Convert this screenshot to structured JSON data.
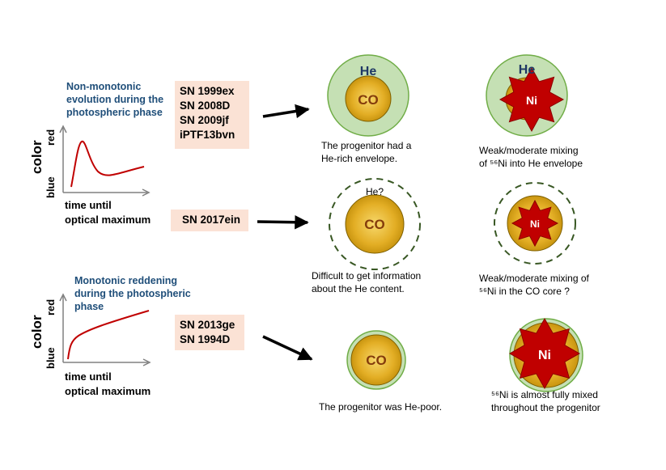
{
  "rows": [
    {
      "description": "Non-monotonic\nevolution during the\nphotospheric phase",
      "supernovae": "SN 1999ex\nSN 2008D\nSN 2009jf\niPTF13bvn",
      "caption_left": "The progenitor had a\nHe-rich envelope.",
      "caption_right": "Weak/moderate mixing\nof ⁵⁶Ni into He envelope"
    },
    {
      "supernovae": "SN 2017ein",
      "caption_left": "Difficult to get information\nabout the He content.",
      "caption_right": "Weak/moderate mixing of\n⁵⁶Ni in the CO core ?"
    },
    {
      "description": "Monotonic reddening\nduring the photospheric\nphase",
      "supernovae": "SN 2013ge\nSN 1994D",
      "caption_left": "The progenitor was He-poor.",
      "caption_right": "⁵⁶Ni is almost fully mixed\nthroughout the progenitor"
    }
  ],
  "axes": {
    "y_title": "color",
    "y_top": "red",
    "y_bottom": "blue",
    "x_title": "time until\noptical maximum"
  },
  "labels": {
    "he": "He",
    "he_question": "He?",
    "co": "CO",
    "ni": "Ni"
  },
  "colors": {
    "he_envelope": "#c5e0b4",
    "he_envelope_stroke": "#70ad47",
    "co_core": "#d6a016",
    "co_core_inner": "#f2c84b",
    "co_core_stroke": "#7f6000",
    "co_text": "#843c0c",
    "ni_star": "#c00000",
    "he_text": "#1f3864",
    "dashed_shell": "#385723",
    "curve": "#c00000",
    "description_text": "#1f4e79",
    "sn_box": "#fbe2d5"
  }
}
